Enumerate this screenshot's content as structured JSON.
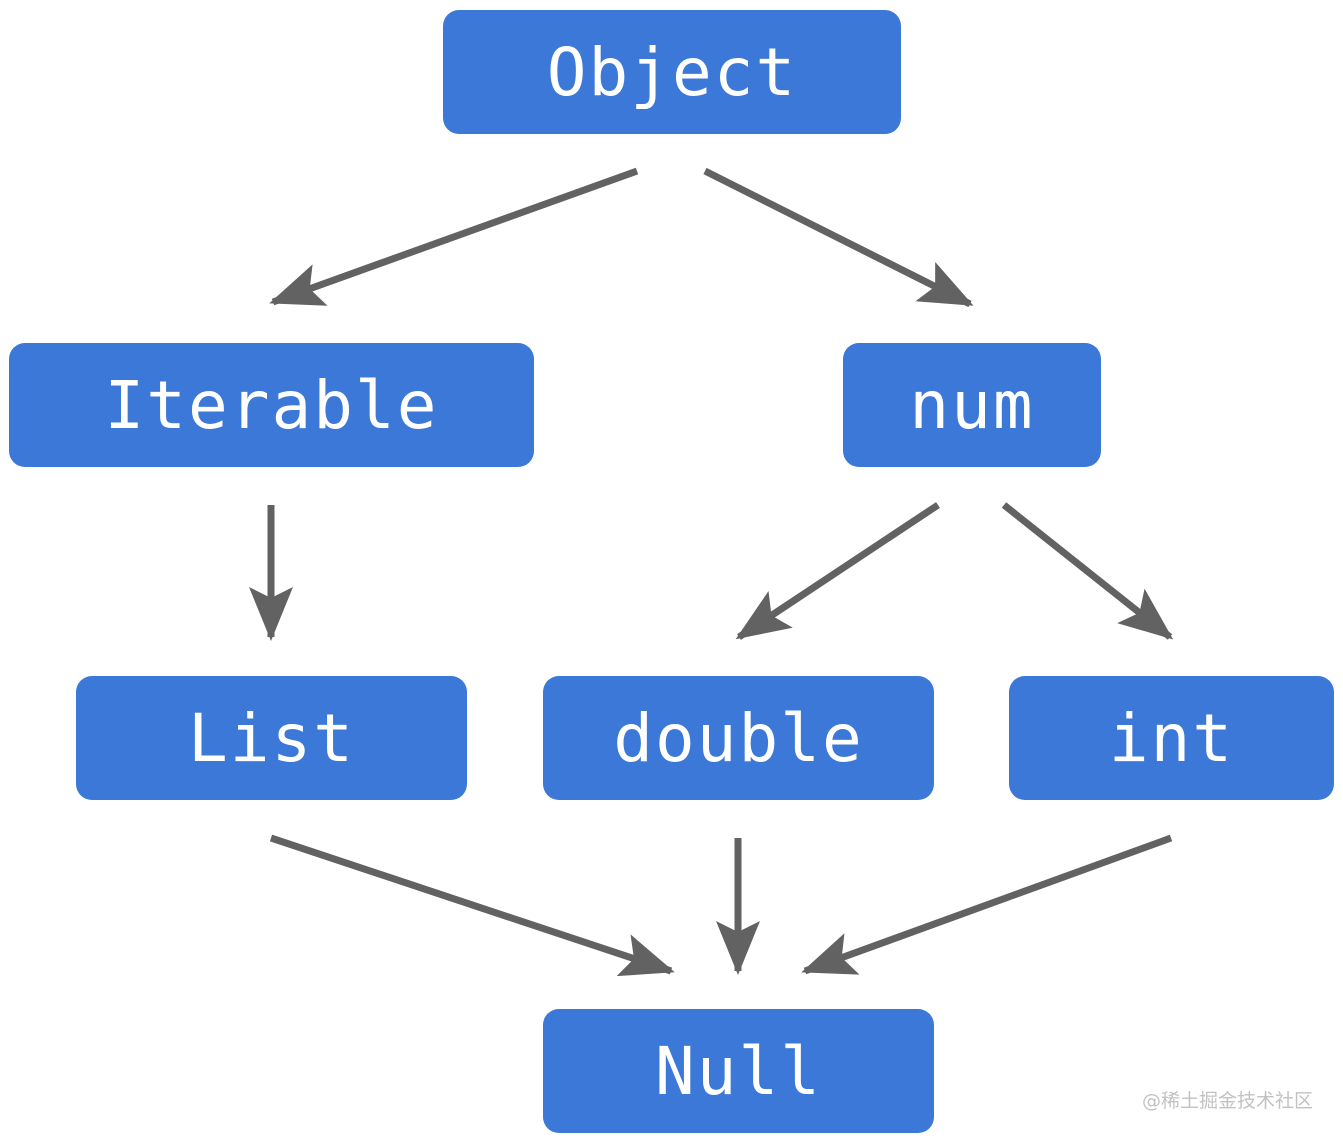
{
  "diagram": {
    "nodes": [
      {
        "id": "object",
        "label": "Object"
      },
      {
        "id": "iterable",
        "label": "Iterable"
      },
      {
        "id": "num",
        "label": "num"
      },
      {
        "id": "list",
        "label": "List"
      },
      {
        "id": "double",
        "label": "double"
      },
      {
        "id": "int",
        "label": "int"
      },
      {
        "id": "null",
        "label": "Null"
      }
    ],
    "edges": [
      {
        "from": "object",
        "to": "iterable"
      },
      {
        "from": "object",
        "to": "num"
      },
      {
        "from": "iterable",
        "to": "list"
      },
      {
        "from": "num",
        "to": "double"
      },
      {
        "from": "num",
        "to": "int"
      },
      {
        "from": "list",
        "to": "null"
      },
      {
        "from": "double",
        "to": "null"
      },
      {
        "from": "int",
        "to": "null"
      }
    ]
  },
  "colors": {
    "node_fill": "#3c78d8",
    "node_text": "#ffffff",
    "arrow": "#626262"
  },
  "watermark": "@稀土掘金技术社区"
}
